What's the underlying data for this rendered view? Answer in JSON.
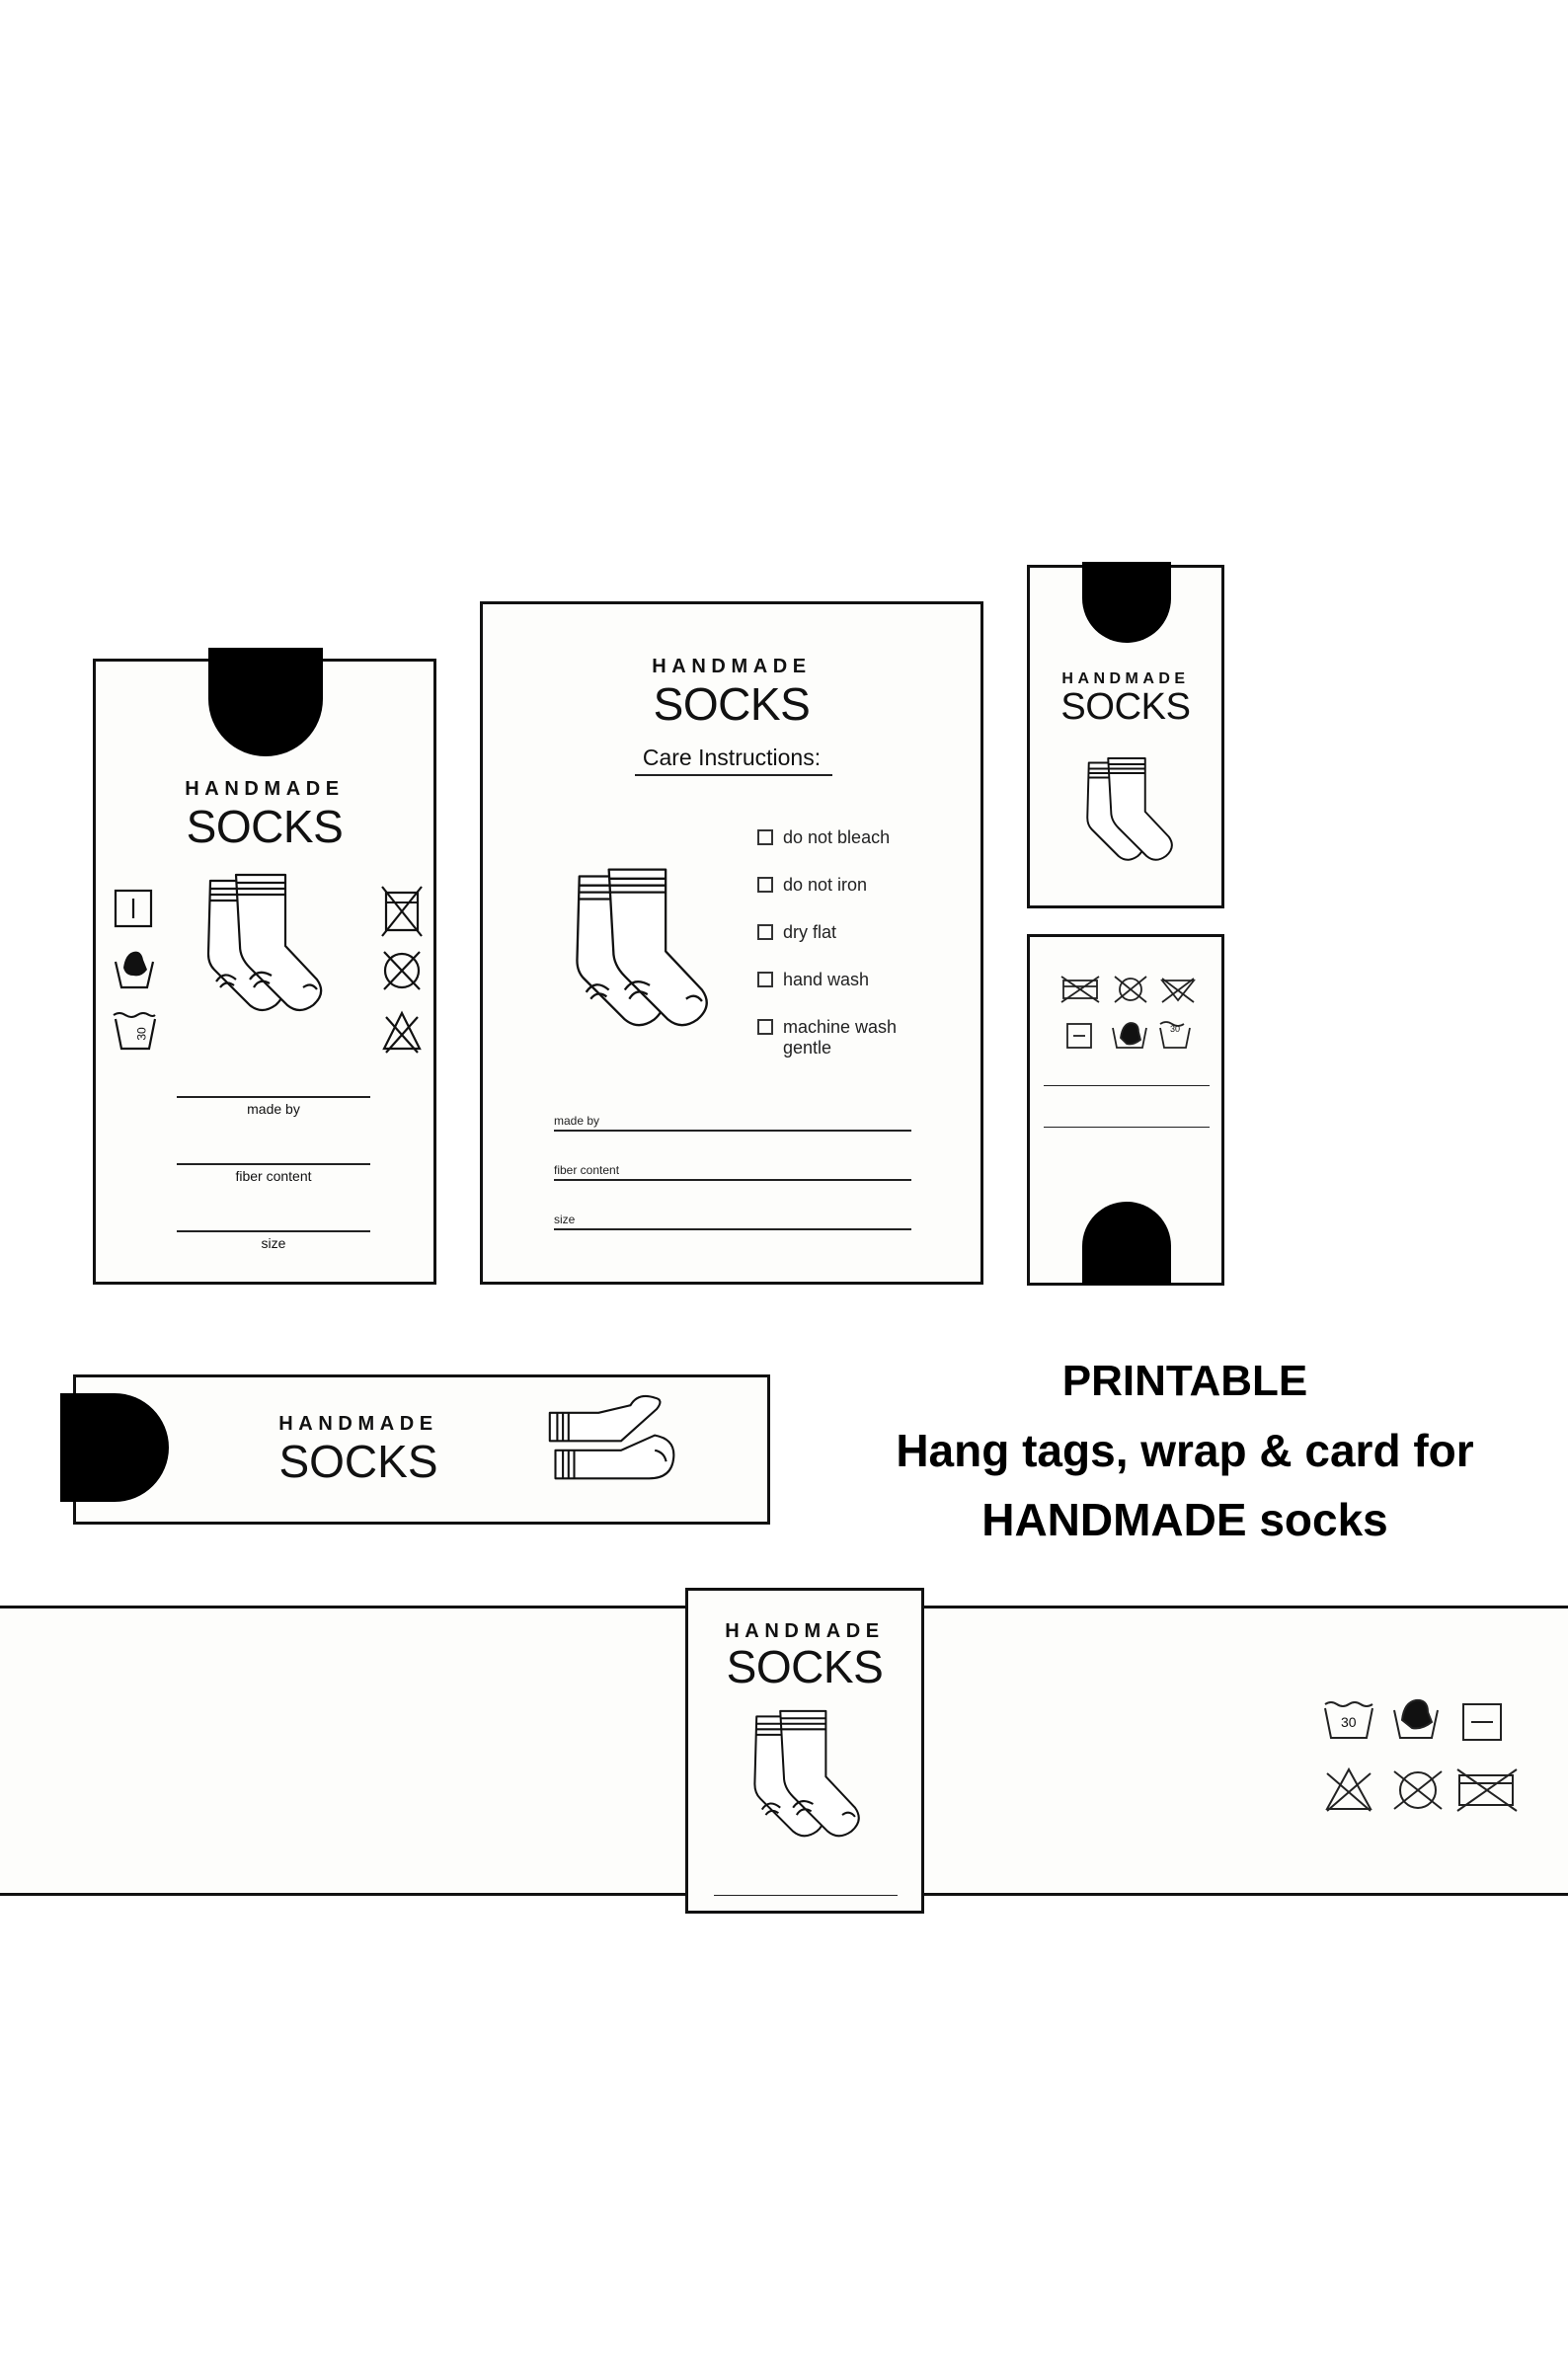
{
  "brand": {
    "line1": "HANDMADE",
    "line2": "SOCKS"
  },
  "tag_left": {
    "fields": [
      "made by",
      "fiber content",
      "size"
    ],
    "wash_temp": "30"
  },
  "care_card": {
    "subtitle": "Care Instructions:",
    "checklist": [
      "do not bleach",
      "do not iron",
      "dry flat",
      "hand wash",
      "machine wash gentle"
    ],
    "fields": [
      "made by",
      "fiber content",
      "size"
    ]
  },
  "wrap_band": {
    "wash_temp": "30"
  },
  "headline": {
    "line1": "PRINTABLE",
    "line2": "Hang tags, wrap & card for",
    "line3": "HANDMADE socks"
  },
  "icons": [
    "wash-30-icon",
    "hand-wash-icon",
    "dry-flat-icon",
    "no-bleach-icon",
    "no-tumble-dry-icon",
    "no-iron-icon",
    "sock-pair-icon"
  ],
  "colors": {
    "ink": "#111111",
    "paper": "#fdfdfb",
    "background": "#ffffff"
  }
}
